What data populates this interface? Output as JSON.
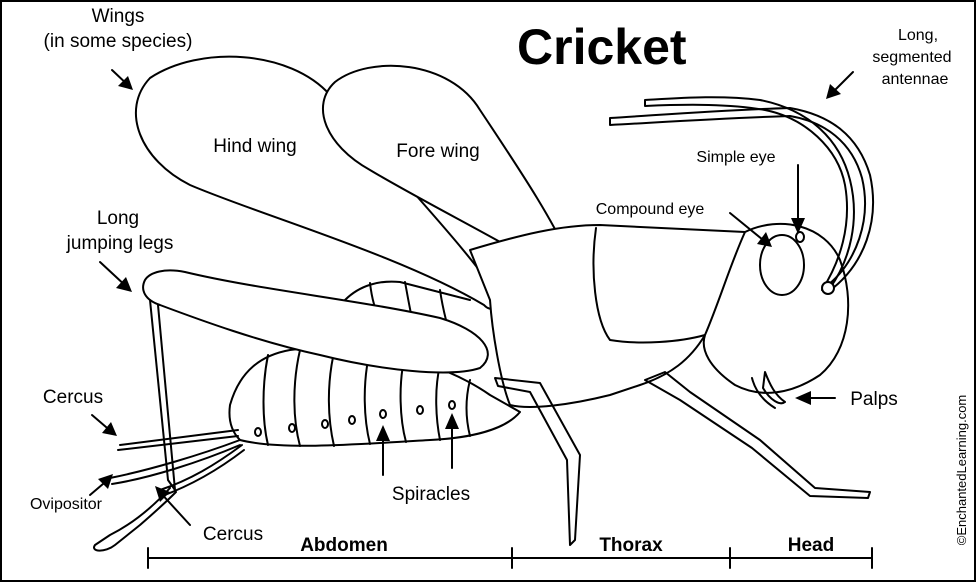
{
  "title": "Cricket",
  "labels": {
    "wings_line1": "Wings",
    "wings_line2": "(in some species)",
    "hind_wing": "Hind wing",
    "fore_wing": "Fore wing",
    "antennae_line1": "Long,",
    "antennae_line2": "segmented",
    "antennae_line3": "antennae",
    "simple_eye": "Simple eye",
    "compound_eye": "Compound eye",
    "jumping_legs_line1": "Long",
    "jumping_legs_line2": "jumping legs",
    "cercus_top": "Cercus",
    "ovipositor": "Ovipositor",
    "cercus_bottom": "Cercus",
    "spiracles": "Spiracles",
    "palps": "Palps"
  },
  "sections": {
    "abdomen": "Abdomen",
    "thorax": "Thorax",
    "head": "Head"
  },
  "copyright": "©EnchantedLearning.com"
}
